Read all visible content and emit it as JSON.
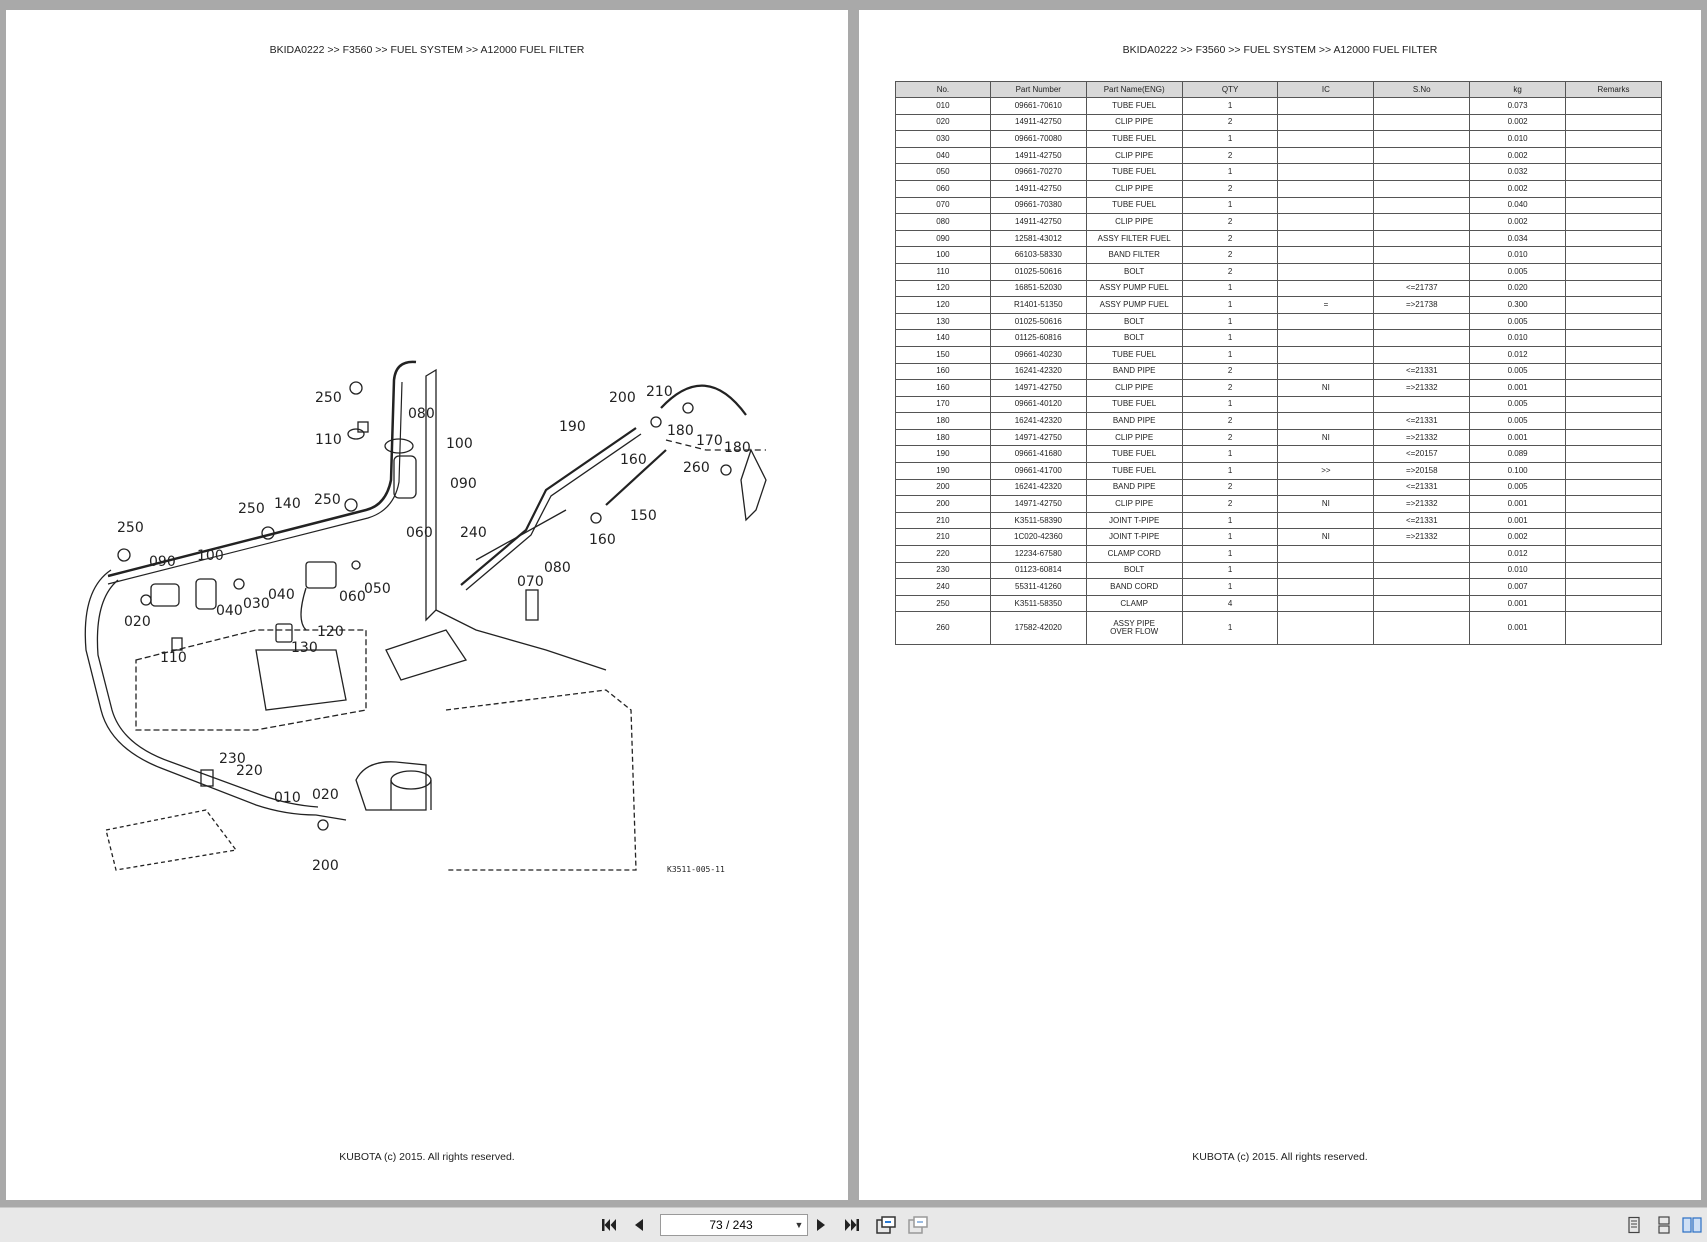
{
  "left_page": {
    "breadcrumb": "BKIDA0222 >> F3560 >> FUEL SYSTEM >> A12000   FUEL FILTER",
    "footer": "KUBOTA (c) 2015. All rights reserved.",
    "figure_code": "K3511-005-11",
    "callouts": [
      "250",
      "110",
      "100",
      "090",
      "250",
      "140",
      "250",
      "080",
      "060",
      "050",
      "060",
      "250",
      "090",
      "100",
      "040",
      "030",
      "040",
      "020",
      "110",
      "120",
      "130",
      "230",
      "220",
      "010",
      "020",
      "200",
      "200",
      "210",
      "190",
      "180",
      "170",
      "180",
      "160",
      "260",
      "150",
      "160",
      "240",
      "080",
      "070"
    ]
  },
  "right_page": {
    "breadcrumb": "BKIDA0222 >> F3560 >> FUEL SYSTEM >> A12000   FUEL FILTER",
    "footer": "KUBOTA (c) 2015. All rights reserved.",
    "table": {
      "headers": [
        "No.",
        "Part Number",
        "Part Name(ENG)",
        "QTY",
        "IC",
        "S.No",
        "kg",
        "Remarks"
      ],
      "rows": [
        [
          "010",
          "09661-70610",
          "TUBE FUEL",
          "1",
          "",
          "",
          "0.073",
          ""
        ],
        [
          "020",
          "14911-42750",
          "CLIP PIPE",
          "2",
          "",
          "",
          "0.002",
          ""
        ],
        [
          "030",
          "09661-70080",
          "TUBE FUEL",
          "1",
          "",
          "",
          "0.010",
          ""
        ],
        [
          "040",
          "14911-42750",
          "CLIP PIPE",
          "2",
          "",
          "",
          "0.002",
          ""
        ],
        [
          "050",
          "09661-70270",
          "TUBE FUEL",
          "1",
          "",
          "",
          "0.032",
          ""
        ],
        [
          "060",
          "14911-42750",
          "CLIP PIPE",
          "2",
          "",
          "",
          "0.002",
          ""
        ],
        [
          "070",
          "09661-70380",
          "TUBE FUEL",
          "1",
          "",
          "",
          "0.040",
          ""
        ],
        [
          "080",
          "14911-42750",
          "CLIP PIPE",
          "2",
          "",
          "",
          "0.002",
          ""
        ],
        [
          "090",
          "12581-43012",
          "ASSY FILTER FUEL",
          "2",
          "",
          "",
          "0.034",
          ""
        ],
        [
          "100",
          "66103-58330",
          "BAND FILTER",
          "2",
          "",
          "",
          "0.010",
          ""
        ],
        [
          "110",
          "01025-50616",
          "BOLT",
          "2",
          "",
          "",
          "0.005",
          ""
        ],
        [
          "120",
          "16851-52030",
          "ASSY PUMP FUEL",
          "1",
          "",
          "<=21737",
          "0.020",
          ""
        ],
        [
          "120",
          "R1401-51350",
          "ASSY PUMP FUEL",
          "1",
          "=",
          "=>21738",
          "0.300",
          ""
        ],
        [
          "130",
          "01025-50616",
          "BOLT",
          "1",
          "",
          "",
          "0.005",
          ""
        ],
        [
          "140",
          "01125-60816",
          "BOLT",
          "1",
          "",
          "",
          "0.010",
          ""
        ],
        [
          "150",
          "09661-40230",
          "TUBE FUEL",
          "1",
          "",
          "",
          "0.012",
          ""
        ],
        [
          "160",
          "16241-42320",
          "BAND PIPE",
          "2",
          "",
          "<=21331",
          "0.005",
          ""
        ],
        [
          "160",
          "14971-42750",
          "CLIP PIPE",
          "2",
          "NI",
          "=>21332",
          "0.001",
          ""
        ],
        [
          "170",
          "09661-40120",
          "TUBE FUEL",
          "1",
          "",
          "",
          "0.005",
          ""
        ],
        [
          "180",
          "16241-42320",
          "BAND PIPE",
          "2",
          "",
          "<=21331",
          "0.005",
          ""
        ],
        [
          "180",
          "14971-42750",
          "CLIP PIPE",
          "2",
          "NI",
          "=>21332",
          "0.001",
          ""
        ],
        [
          "190",
          "09661-41680",
          "TUBE FUEL",
          "1",
          "",
          "<=20157",
          "0.089",
          ""
        ],
        [
          "190",
          "09661-41700",
          "TUBE FUEL",
          "1",
          ">>",
          "=>20158",
          "0.100",
          ""
        ],
        [
          "200",
          "16241-42320",
          "BAND PIPE",
          "2",
          "",
          "<=21331",
          "0.005",
          ""
        ],
        [
          "200",
          "14971-42750",
          "CLIP PIPE",
          "2",
          "NI",
          "=>21332",
          "0.001",
          ""
        ],
        [
          "210",
          "K3511-58390",
          "JOINT T-PIPE",
          "1",
          "",
          "<=21331",
          "0.001",
          ""
        ],
        [
          "210",
          "1C020-42360",
          "JOINT T-PIPE",
          "1",
          "NI",
          "=>21332",
          "0.002",
          ""
        ],
        [
          "220",
          "12234-67580",
          "CLAMP CORD",
          "1",
          "",
          "",
          "0.012",
          ""
        ],
        [
          "230",
          "01123-60814",
          "BOLT",
          "1",
          "",
          "",
          "0.010",
          ""
        ],
        [
          "240",
          "55311-41260",
          "BAND CORD",
          "1",
          "",
          "",
          "0.007",
          ""
        ],
        [
          "250",
          "K3511-58350",
          "CLAMP",
          "4",
          "",
          "",
          "0.001",
          ""
        ],
        [
          "260",
          "17582-42020",
          "ASSY PIPE OVER FLOW",
          "1",
          "",
          "",
          "0.001",
          ""
        ]
      ]
    }
  },
  "toolbar": {
    "page_indicator": "73 / 243",
    "icons": [
      "first-page-icon",
      "previous-page-icon",
      "next-page-icon",
      "last-page-icon",
      "fit-width-icon",
      "fit-page-icon",
      "single-page-icon",
      "continuous-icon",
      "facing-pages-icon"
    ]
  }
}
